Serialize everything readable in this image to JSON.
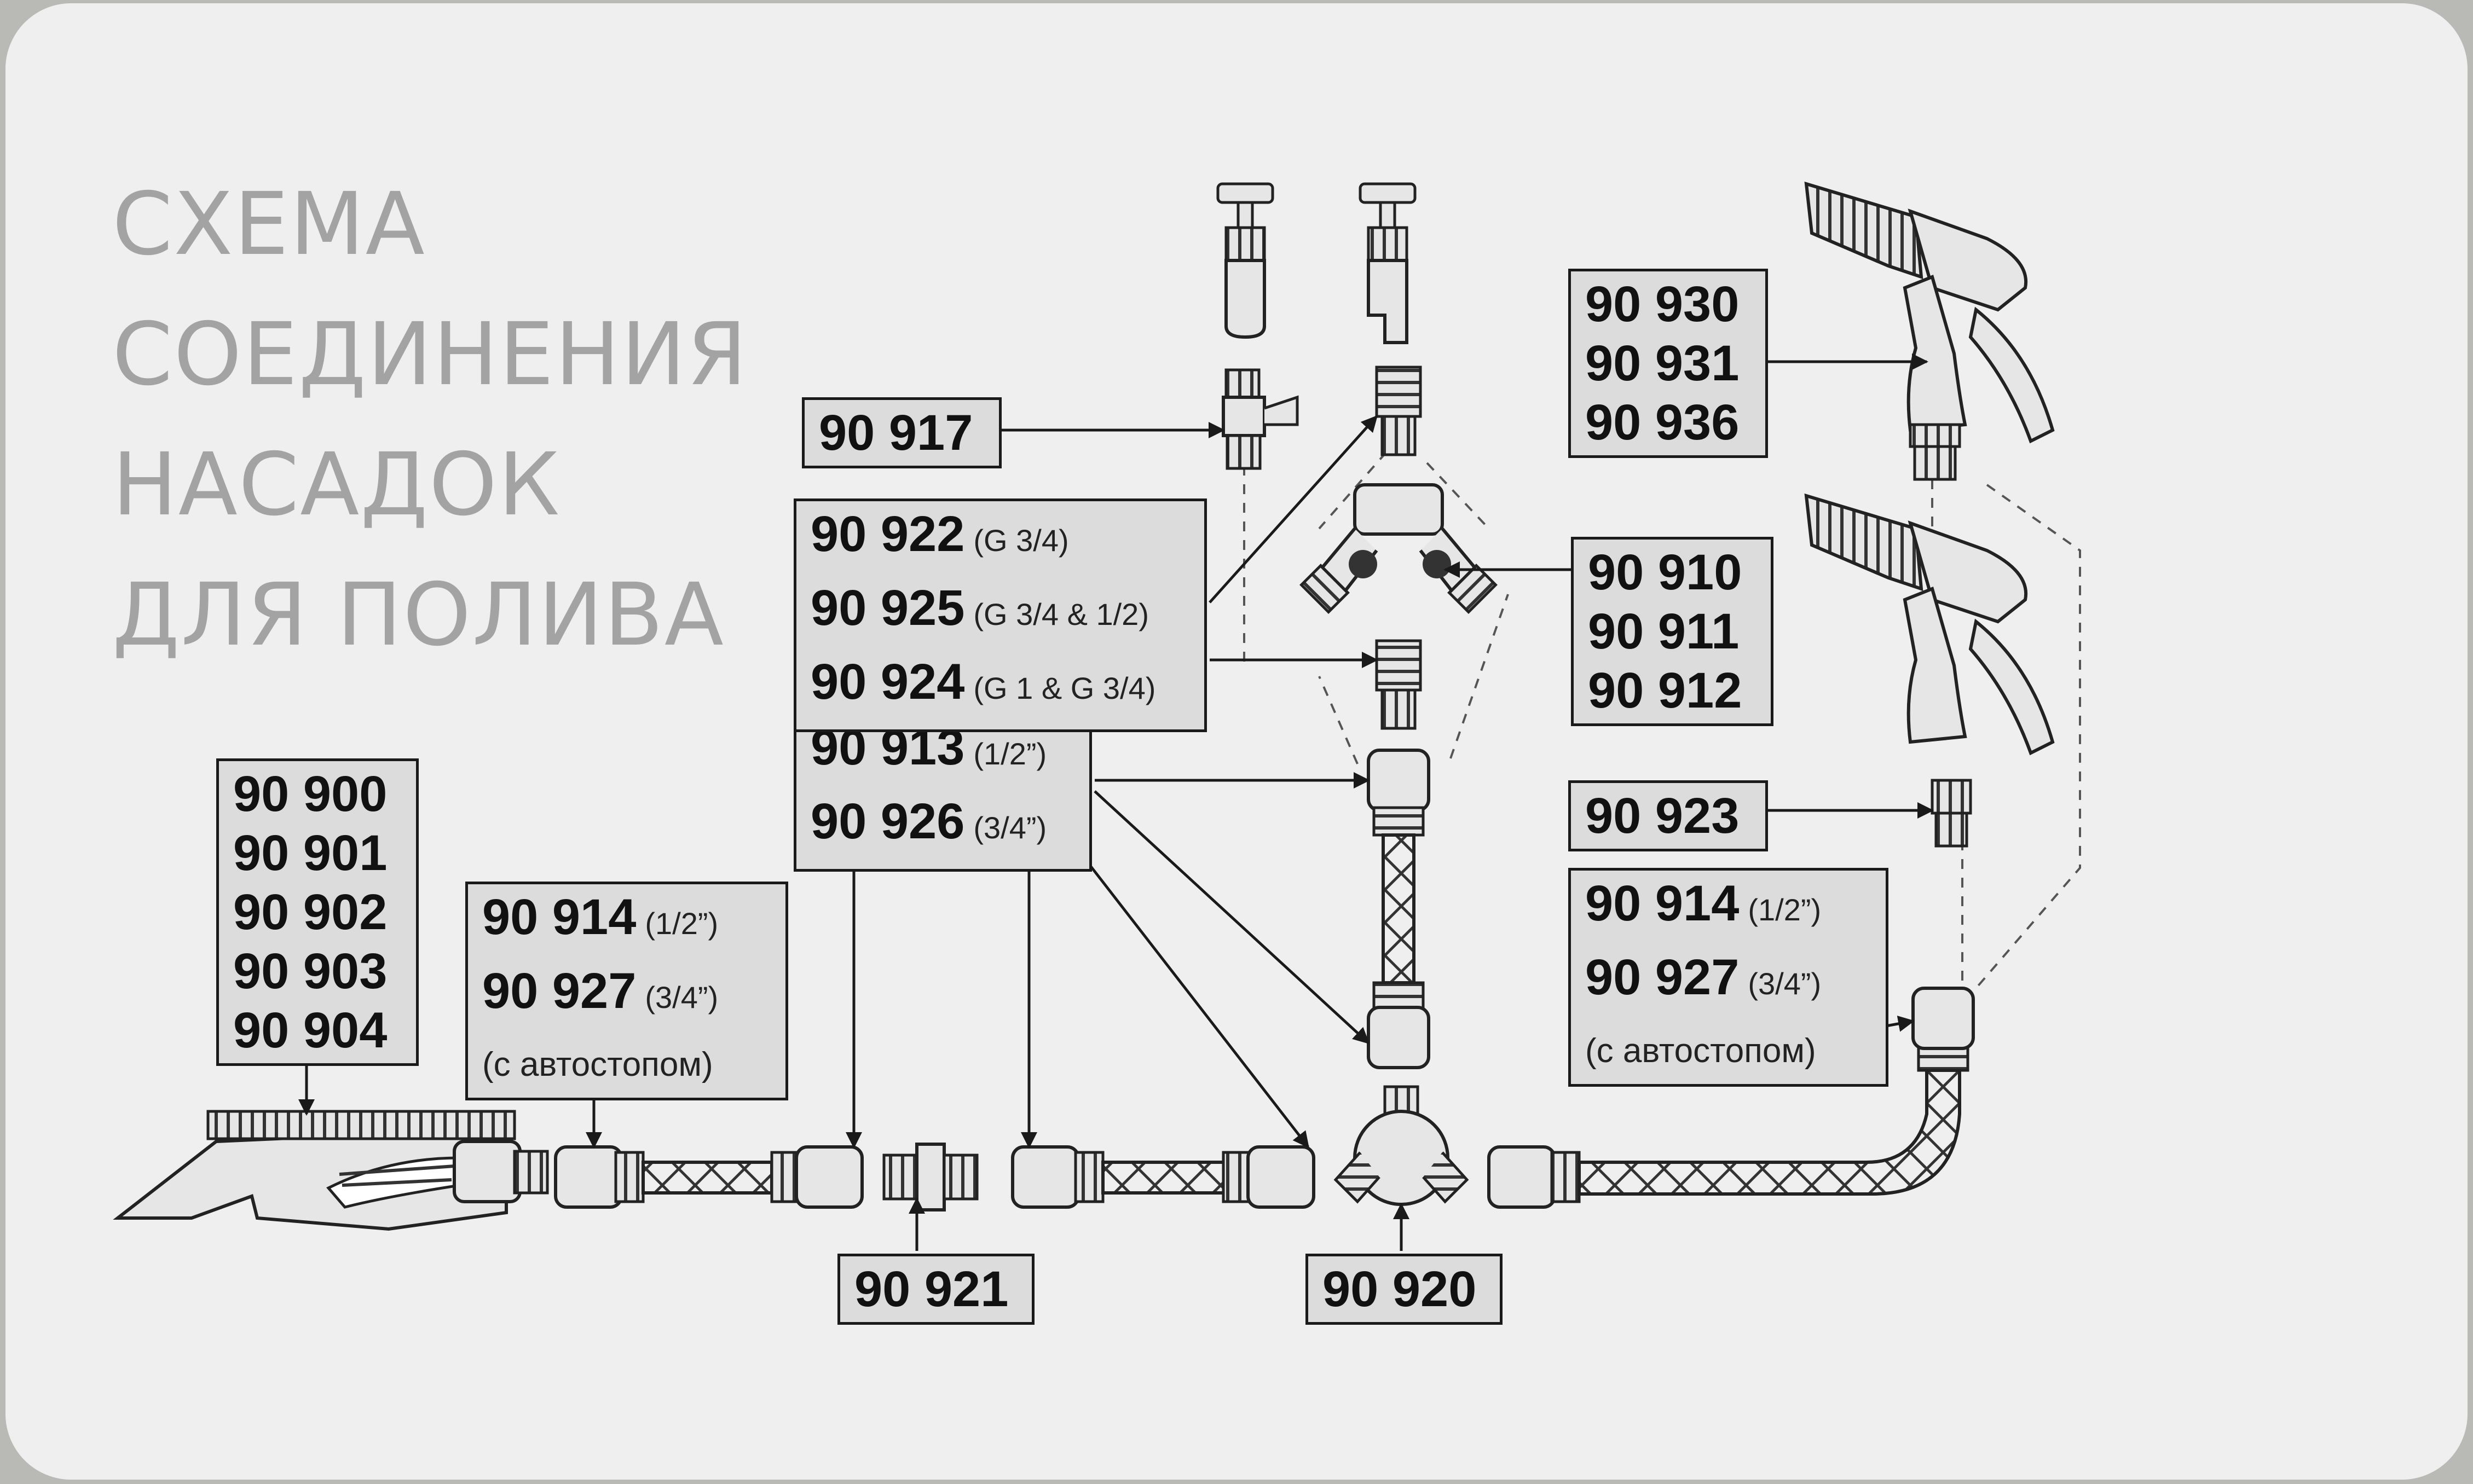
{
  "title": {
    "lines": [
      "СХЕМА",
      "СОЕДИНЕНИЯ",
      "НАСАДОК",
      "ДЛЯ ПОЛИВА"
    ]
  },
  "labels": {
    "sprinkler": {
      "codes": [
        "90 900",
        "90 901",
        "90 902",
        "90 903",
        "90 904"
      ]
    },
    "stop_connector_left": {
      "rows": [
        {
          "code": "90 914",
          "spec": "(1/2”)"
        },
        {
          "code": "90 927",
          "spec": "(3/4”)"
        }
      ],
      "note": "(с автостопом)"
    },
    "hose_connector": {
      "rows": [
        {
          "code": "90 913",
          "spec": "(1/2”)"
        },
        {
          "code": "90 926",
          "spec": "(3/4”)"
        }
      ]
    },
    "tap_adapter": {
      "rows": [
        {
          "code": "90 922",
          "spec": "(G 3/4)"
        },
        {
          "code": "90 925",
          "spec": "(G 3/4 & 1/2)"
        },
        {
          "code": "90 924",
          "spec": "(G 1 & G 3/4)"
        }
      ]
    },
    "tap_valve": {
      "code": "90 917"
    },
    "coupler": {
      "code": "90 921"
    },
    "three_way": {
      "code": "90 920"
    },
    "y_splitter": {
      "codes": [
        "90 910",
        "90 911",
        "90 912"
      ]
    },
    "spray_gun": {
      "codes": [
        "90 930",
        "90 931",
        "90 936"
      ]
    },
    "gun_adapter": {
      "code": "90 923"
    },
    "stop_connector_right": {
      "rows": [
        {
          "code": "90 914",
          "spec": "(1/2”)"
        },
        {
          "code": "90 927",
          "spec": "(3/4”)"
        }
      ],
      "note": "(с автостопом)"
    }
  },
  "colors": {
    "background": "#efefef",
    "title_text": "#a3a3a3",
    "label_fill": "#dcdcdc",
    "ink": "#1a1a1a",
    "part_fill": "#e6e6e6"
  }
}
